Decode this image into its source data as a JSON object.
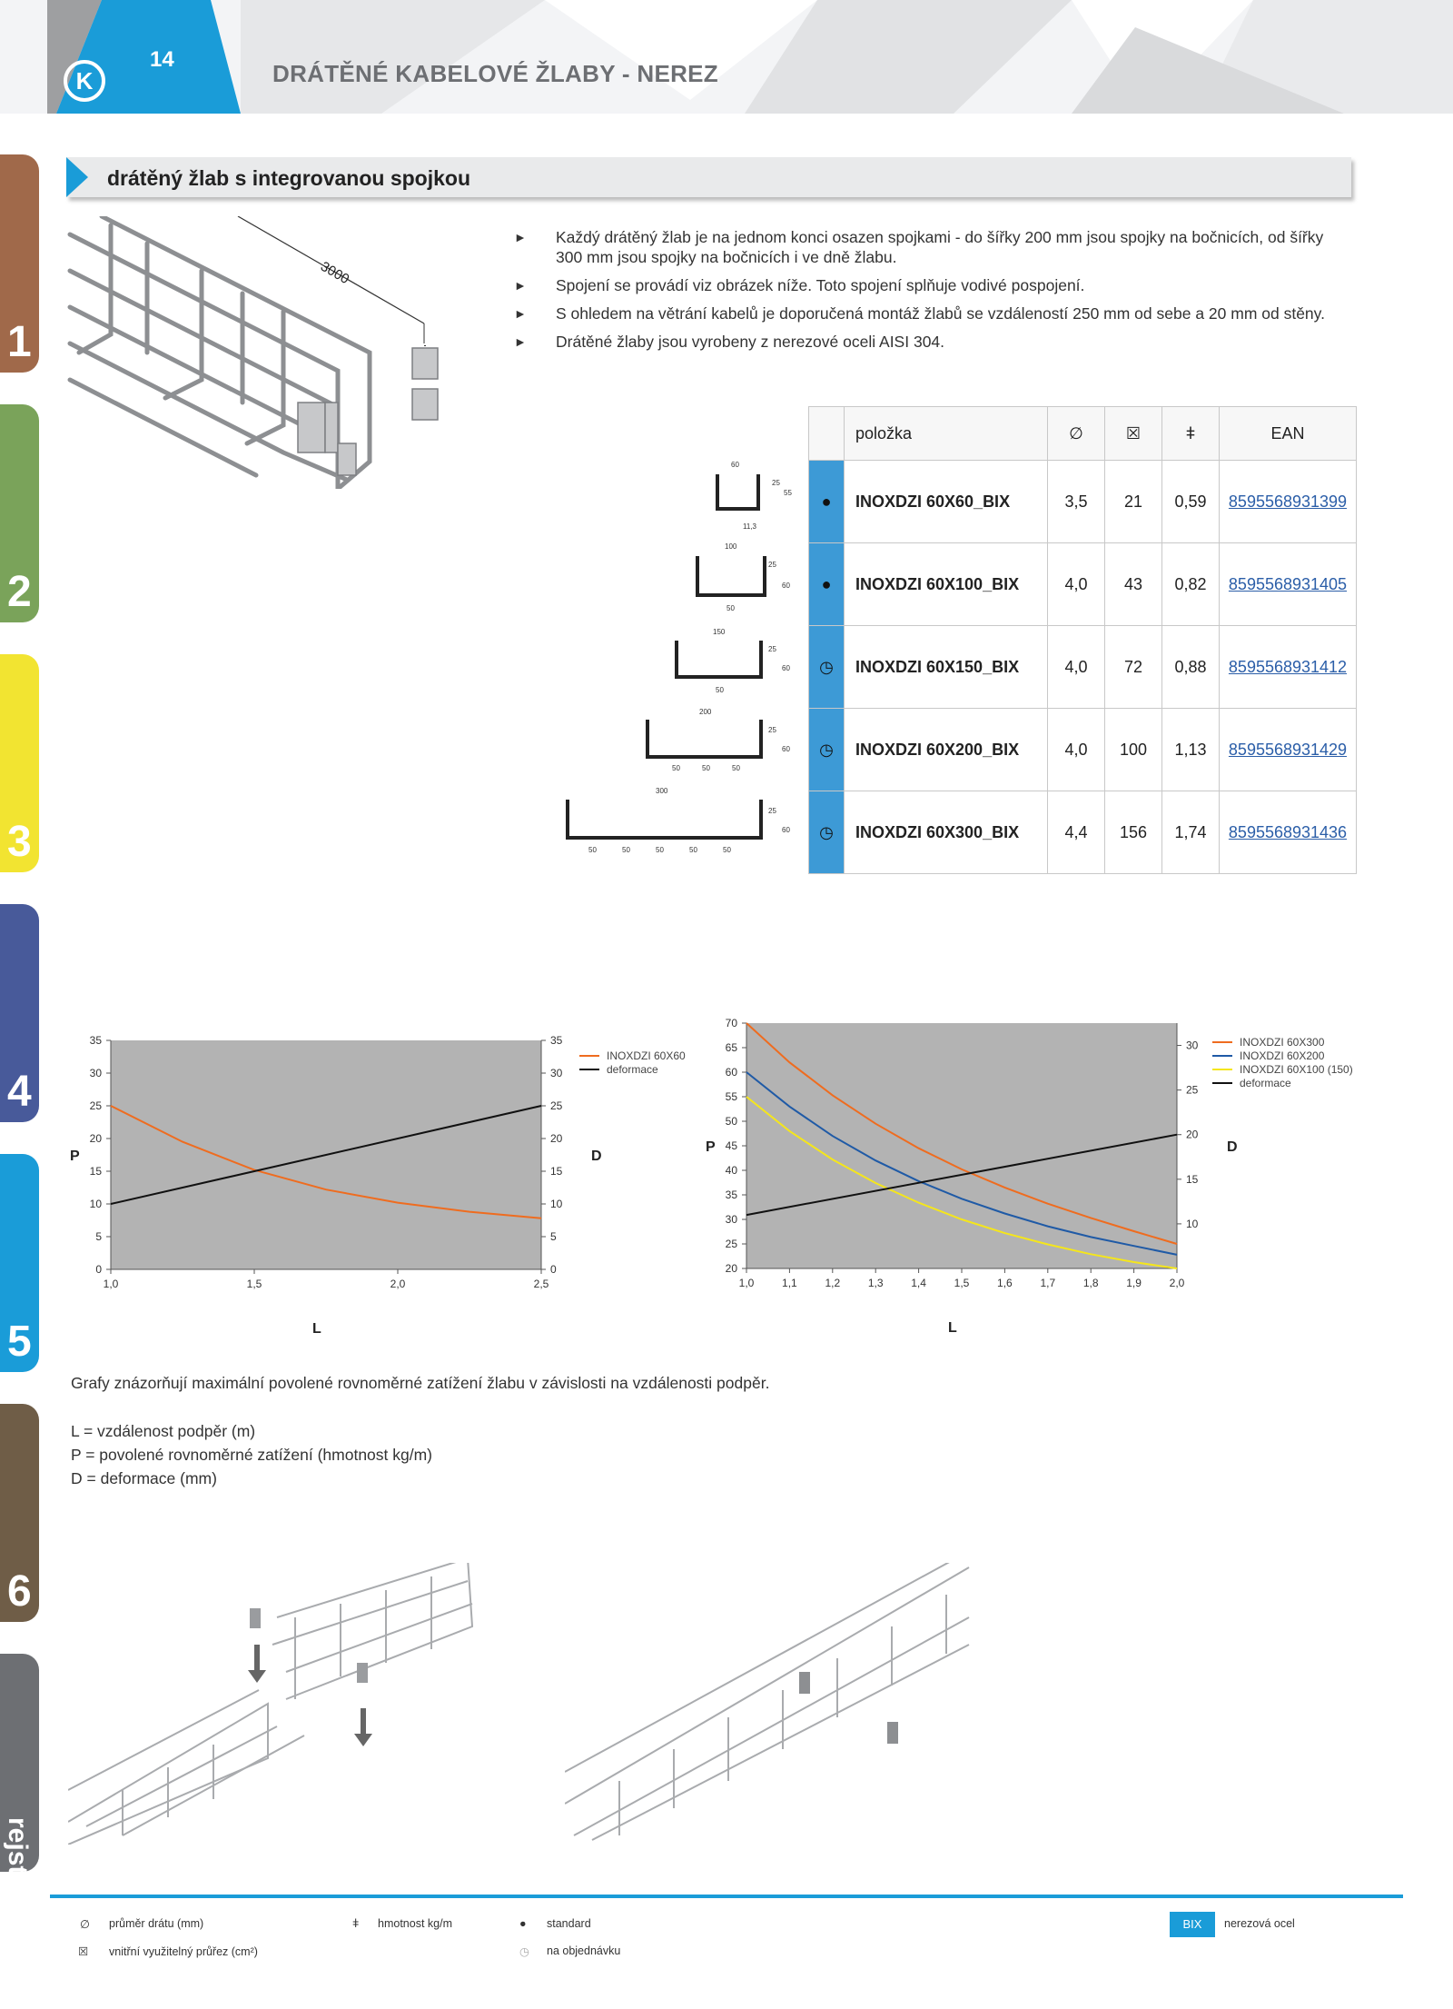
{
  "header": {
    "page_number": "14",
    "logo_letter": "K",
    "title": "DRÁTĚNÉ KABELOVÉ ŽLABY - NEREZ"
  },
  "side_tabs": [
    {
      "label": "1",
      "color": "#a0694a"
    },
    {
      "label": "2",
      "color": "#7aa35a"
    },
    {
      "label": "3",
      "color": "#f2e431"
    },
    {
      "label": "4",
      "color": "#485a9a"
    },
    {
      "label": "5",
      "color": "#1a9cd8"
    },
    {
      "label": "6",
      "color": "#6f5d47"
    },
    {
      "label": "rejstřík",
      "color": "#6d6f73"
    }
  ],
  "section": {
    "title": "drátěný žlab s integrovanou spojkou"
  },
  "product_image": {
    "length_label": "3000"
  },
  "bullets": [
    "Každý drátěný žlab je na jednom konci osazen spojkami - do šířky 200 mm jsou spojky na bočnicích, od šířky 300 mm jsou spojky na bočnicích i ve dně žlabu.",
    "Spojení se provádí viz obrázek níže. Toto spojení splňuje vodivé pospojení.",
    "S ohledem na větrání kabelů je doporučená montáž žlabů se vzdáleností 250 mm od sebe a 20 mm od stěny.",
    "Drátěné žlaby jsou vyrobeny z nerezové oceli AISI 304."
  ],
  "bullet_marker": "►",
  "table": {
    "headers": {
      "item": "položka",
      "diameter_icon": "∅",
      "section_icon": "☒",
      "weight_icon": "ǂ",
      "ean": "EAN"
    },
    "rows": [
      {
        "status": "●",
        "name": "INOXDZI 60X60_BIX",
        "diameter": "3,5",
        "section": "21",
        "weight": "0,59",
        "ean": "8595568931399"
      },
      {
        "status": "●",
        "name": "INOXDZI 60X100_BIX",
        "diameter": "4,0",
        "section": "43",
        "weight": "0,82",
        "ean": "8595568931405"
      },
      {
        "status": "◷",
        "name": "INOXDZI 60X150_BIX",
        "diameter": "4,0",
        "section": "72",
        "weight": "0,88",
        "ean": "8595568931412"
      },
      {
        "status": "◷",
        "name": "INOXDZI 60X200_BIX",
        "diameter": "4,0",
        "section": "100",
        "weight": "1,13",
        "ean": "8595568931429"
      },
      {
        "status": "◷",
        "name": "INOXDZI 60X300_BIX",
        "diameter": "4,4",
        "section": "156",
        "weight": "1,74",
        "ean": "8595568931436"
      }
    ]
  },
  "profiles": [
    {
      "width": "60",
      "height_a": "25",
      "height_b": "55",
      "bottom": [
        "11,3"
      ]
    },
    {
      "width": "100",
      "height_a": "25",
      "height_b": "60",
      "bottom": [
        "50"
      ]
    },
    {
      "width": "150",
      "height_a": "25",
      "height_b": "60",
      "bottom": [
        "50"
      ]
    },
    {
      "width": "200",
      "height_a": "25",
      "height_b": "60",
      "bottom": [
        "50",
        "50",
        "50"
      ]
    },
    {
      "width": "300",
      "height_a": "25",
      "height_b": "60",
      "bottom": [
        "50",
        "50",
        "50",
        "50",
        "50"
      ]
    }
  ],
  "chart_data": [
    {
      "type": "line",
      "xlabel": "L",
      "ylabel": "P",
      "y2label": "D",
      "x_ticks": [
        "1,0",
        "1,5",
        "2,0",
        "2,5"
      ],
      "xlim": [
        1.0,
        2.5
      ],
      "ylim": [
        0,
        35
      ],
      "y_ticks": [
        "0",
        "5",
        "10",
        "15",
        "20",
        "25",
        "30",
        "35"
      ],
      "y2lim": [
        0,
        35
      ],
      "y2_ticks": [
        "0",
        "5",
        "10",
        "15",
        "20",
        "25",
        "30",
        "35"
      ],
      "grid": false,
      "plot_bg": "#b3b3b3",
      "legend_position": "right",
      "series": [
        {
          "name": "INOXDZI 60X60",
          "axis": "left",
          "color": "#ef6c1f",
          "x": [
            1.0,
            1.25,
            1.5,
            1.75,
            2.0,
            2.25,
            2.5
          ],
          "y": [
            25,
            19.5,
            15.2,
            12.2,
            10.2,
            8.8,
            7.8
          ]
        },
        {
          "name": "deformace",
          "axis": "right",
          "color": "#111111",
          "x": [
            1.0,
            2.5
          ],
          "y": [
            10,
            25
          ]
        }
      ]
    },
    {
      "type": "line",
      "xlabel": "L",
      "ylabel": "P",
      "y2label": "D",
      "x_ticks": [
        "1,0",
        "1,1",
        "1,2",
        "1,3",
        "1,4",
        "1,5",
        "1,6",
        "1,7",
        "1,8",
        "1,9",
        "2,0"
      ],
      "xlim": [
        1.0,
        2.0
      ],
      "ylim": [
        20,
        70
      ],
      "y_ticks": [
        "20",
        "25",
        "30",
        "35",
        "40",
        "45",
        "50",
        "55",
        "60",
        "65",
        "70"
      ],
      "y2lim": [
        5,
        32.5
      ],
      "y2_ticks": [
        "10",
        "15",
        "20",
        "25",
        "30"
      ],
      "grid": false,
      "plot_bg": "#b3b3b3",
      "legend_position": "right",
      "series": [
        {
          "name": "INOXDZI 60X300",
          "axis": "left",
          "color": "#ef6c1f",
          "x": [
            1.0,
            1.1,
            1.2,
            1.3,
            1.4,
            1.5,
            1.6,
            1.7,
            1.8,
            1.9,
            2.0
          ],
          "y": [
            70,
            62,
            55.3,
            49.5,
            44.5,
            40.2,
            36.5,
            33.2,
            30.3,
            27.6,
            25
          ]
        },
        {
          "name": "INOXDZI 60X200",
          "axis": "left",
          "color": "#1f5aa6",
          "x": [
            1.0,
            1.1,
            1.2,
            1.3,
            1.4,
            1.5,
            1.6,
            1.7,
            1.8,
            1.9,
            2.0
          ],
          "y": [
            60,
            53,
            47,
            42,
            37.8,
            34.2,
            31.2,
            28.6,
            26.4,
            24.6,
            22.8
          ]
        },
        {
          "name": "INOXDZI 60X100 (150)",
          "axis": "left",
          "color": "#f5e61b",
          "x": [
            1.0,
            1.1,
            1.2,
            1.3,
            1.4,
            1.5,
            1.6,
            1.7,
            1.8,
            1.9,
            2.0
          ],
          "y": [
            55,
            48,
            42.2,
            37.4,
            33.4,
            30,
            27.2,
            24.9,
            22.9,
            21.3,
            20
          ]
        },
        {
          "name": "deformace",
          "axis": "right",
          "color": "#111111",
          "x": [
            1.0,
            2.0
          ],
          "y": [
            11,
            20
          ]
        }
      ]
    }
  ],
  "explanation": {
    "caption": "Grafy znázorňují maximální povolené rovnoměrné zatížení žlabu v závislosti na vzdálenosti podpěr.",
    "lines": [
      "L = vzdálenost podpěr (m)",
      "P = povolené rovnoměrné zatížení (hmotnost kg/m)",
      "D = deformace (mm)"
    ]
  },
  "footer_legend": {
    "diameter": {
      "icon": "∅",
      "text": "průměr drátu (mm)"
    },
    "section": {
      "icon": "☒",
      "text": "vnitřní využitelný průřez (cm²)"
    },
    "weight": {
      "icon": "ǂ",
      "text": "hmotnost kg/m"
    },
    "standard": {
      "icon": "●",
      "text": "standard"
    },
    "order": {
      "icon": "◷",
      "text": "na objednávku"
    },
    "bix": {
      "badge": "BIX",
      "text": "nerezová ocel"
    }
  },
  "colors": {
    "accent": "#1a9cd8",
    "title_gray": "#6d6f73",
    "ean_link": "#2b5ea8",
    "status_cell": "#3d9ad6"
  }
}
